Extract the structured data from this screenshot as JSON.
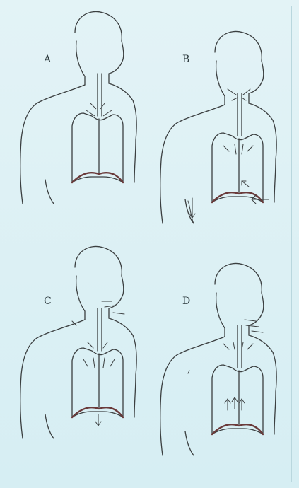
{
  "panels": [
    {
      "id": "A",
      "label": "A"
    },
    {
      "id": "B",
      "label": "B"
    },
    {
      "id": "C",
      "label": "C"
    },
    {
      "id": "D",
      "label": "D"
    }
  ],
  "colors": {
    "background": "#dff1f5",
    "line": "#3b3f40",
    "diaphragm": "#6a3a3a"
  }
}
